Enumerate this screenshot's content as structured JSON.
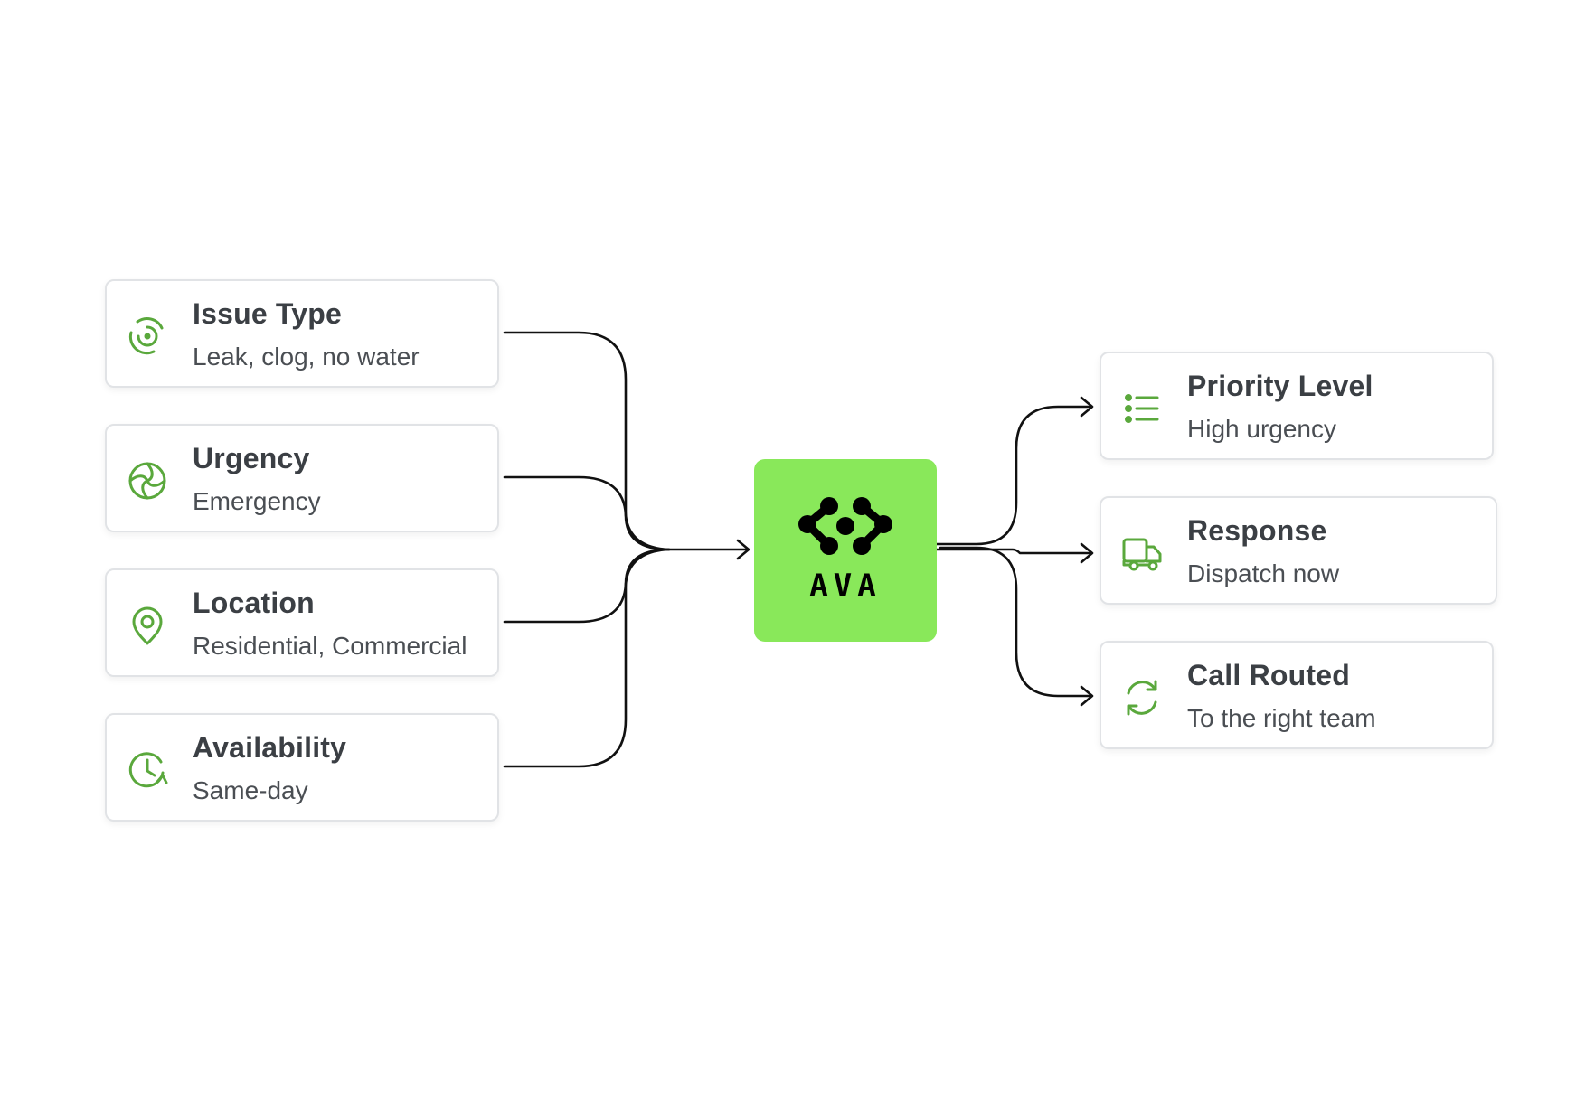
{
  "hub": {
    "name": "AVA",
    "color": "#89e85a",
    "icon": "code-nodes-logo"
  },
  "accent_color": "#5aa83c",
  "inputs": [
    {
      "title": "Issue Type",
      "subtitle": "Leak, clog, no water",
      "icon": "target-swirl-icon"
    },
    {
      "title": "Urgency",
      "subtitle": "Emergency",
      "icon": "aperture-icon"
    },
    {
      "title": "Location",
      "subtitle": "Residential, Commercial",
      "icon": "map-pin-icon"
    },
    {
      "title": "Availability",
      "subtitle": "Same-day",
      "icon": "clock-refresh-icon"
    }
  ],
  "outputs": [
    {
      "title": "Priority Level",
      "subtitle": "High urgency",
      "icon": "list-icon"
    },
    {
      "title": "Response",
      "subtitle": "Dispatch now",
      "icon": "truck-icon"
    },
    {
      "title": "Call Routed",
      "subtitle": "To the right team",
      "icon": "refresh-icon"
    }
  ]
}
